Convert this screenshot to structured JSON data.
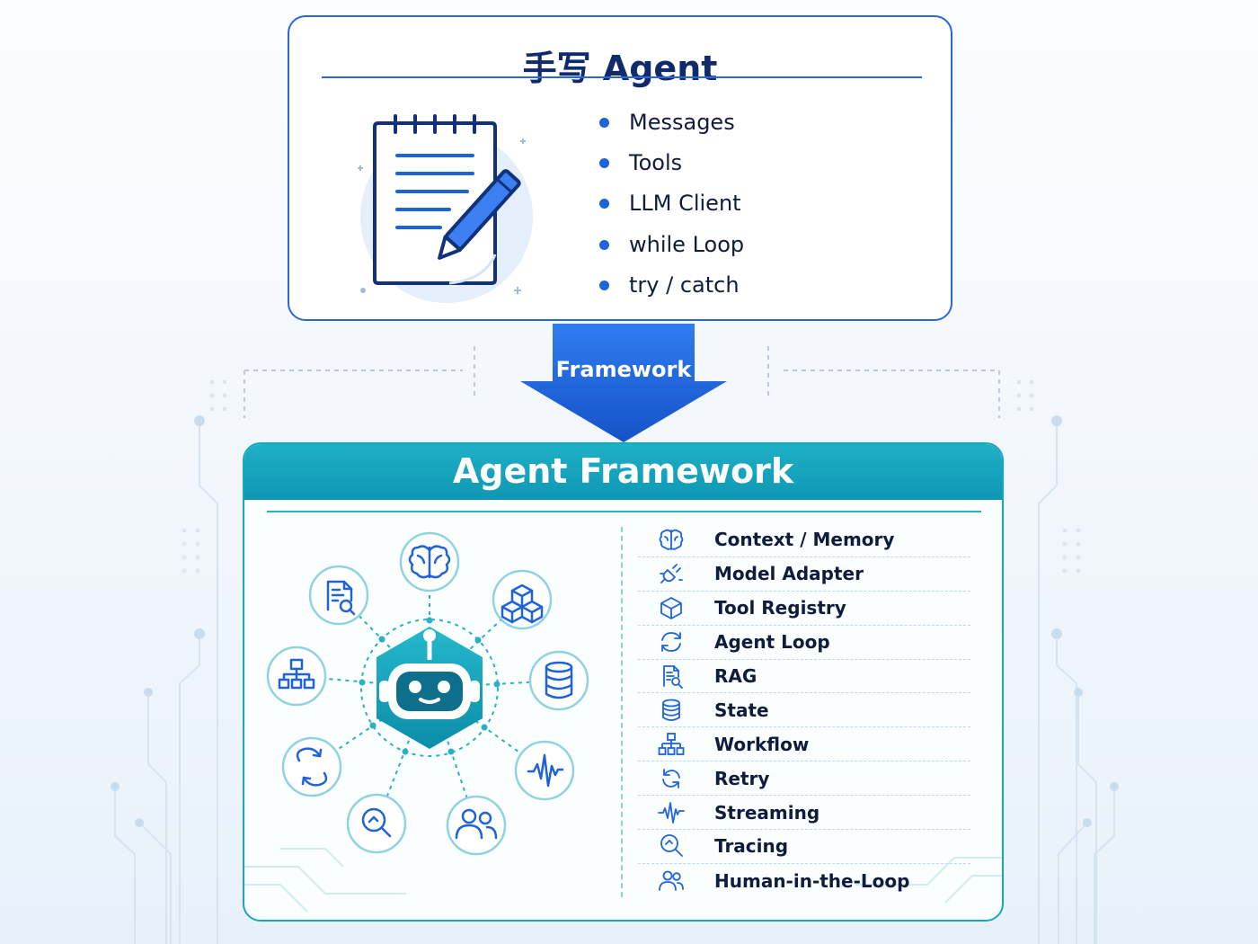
{
  "top_card": {
    "title": "手写 Agent",
    "items": [
      "Messages",
      "Tools",
      "LLM Client",
      "while Loop",
      "try / catch"
    ],
    "icon": "notepad-pen-icon"
  },
  "arrow": {
    "label": "Framework"
  },
  "framework": {
    "title": "Agent Framework",
    "hub_icon": "robot-icon",
    "hub_nodes": [
      "brain-icon",
      "cubes-icon",
      "database-icon",
      "pulse-icon",
      "users-icon",
      "search-icon",
      "refresh-icon",
      "hierarchy-icon",
      "document-search-icon"
    ],
    "features": [
      {
        "label": "Context / Memory",
        "icon": "brain-icon"
      },
      {
        "label": "Model Adapter",
        "icon": "plug-icon"
      },
      {
        "label": "Tool Registry",
        "icon": "cube-icon"
      },
      {
        "label": "Agent Loop",
        "icon": "refresh-icon"
      },
      {
        "label": "RAG",
        "icon": "document-search-icon"
      },
      {
        "label": "State",
        "icon": "database-icon"
      },
      {
        "label": "Workflow",
        "icon": "hierarchy-icon"
      },
      {
        "label": "Retry",
        "icon": "retry-icon"
      },
      {
        "label": "Streaming",
        "icon": "pulse-icon"
      },
      {
        "label": "Tracing",
        "icon": "search-icon"
      },
      {
        "label": "Human-in-the-Loop",
        "icon": "users-icon"
      }
    ]
  },
  "colors": {
    "primary_blue": "#1f63d8",
    "teal": "#16a8bd",
    "text_dark": "#111b3c"
  }
}
